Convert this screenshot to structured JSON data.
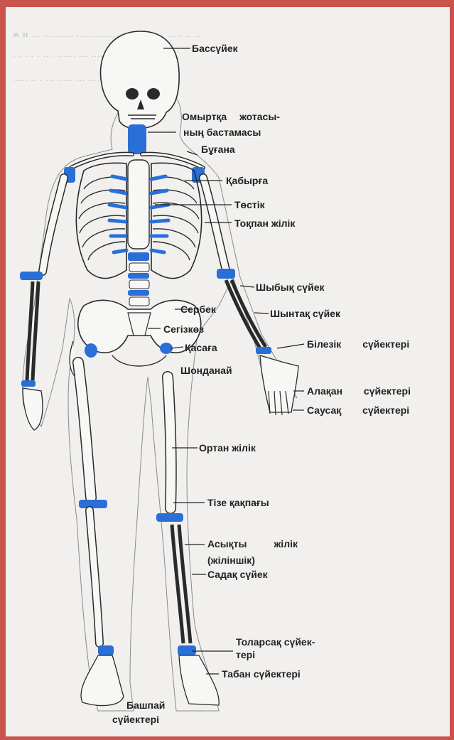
{
  "diagram": {
    "labels": {
      "skull": "Бассүйек",
      "spine_start_1": "Омыртқа жотасы-",
      "spine_start_2": "ның бастамасы",
      "clavicle": "Бұғана",
      "rib": "Қабырға",
      "sternum": "Төстік",
      "humerus": "Тоқпан жілік",
      "radius": "Шыбық сүйек",
      "pelvis": "Сербек",
      "ulna": "Шынтақ сүйек",
      "sacrum": "Сегізкөз",
      "carpals": "Білезік сүйектері",
      "ilium": "Қасаға",
      "metacarpals": "Алақан сүйектері",
      "ischium": "Шонданай",
      "phalanges_hand": "Саусақ сүйектері",
      "femur": "Ортан жілік",
      "patella": "Тізе қақпағы",
      "tibia_1": "Асықты жілік",
      "tibia_2": "(жіліншік)",
      "fibula": "Садақ сүйек",
      "tarsals_1": "Толарсақ сүйек-",
      "tarsals_2": "тері",
      "metatarsals": "Табан сүйектері",
      "toes_1": "Башпай",
      "toes_2": "сүйектері"
    },
    "colors": {
      "frame": "#c9544b",
      "paper": "#f1f0ee",
      "bone_fill": "#f7f7f5",
      "outline": "#2a2a2a",
      "cartilage": "#2a6fd8"
    }
  }
}
